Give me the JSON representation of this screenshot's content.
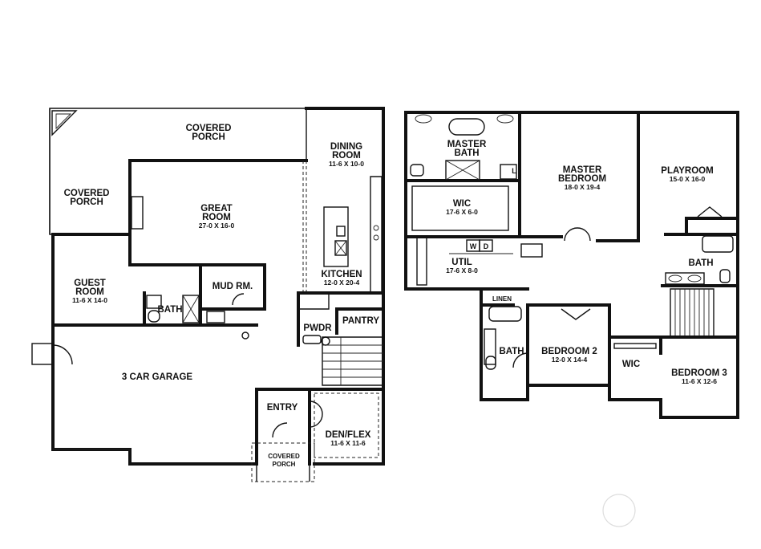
{
  "first_floor": {
    "rooms": [
      {
        "name": "COVERED",
        "name2": "PORCH",
        "dims": ""
      },
      {
        "name": "COVERED",
        "name2": "PORCH",
        "dims": ""
      },
      {
        "name": "GREAT",
        "name2": "ROOM",
        "dims": "27-0 X 16-0"
      },
      {
        "name": "DINING",
        "name2": "ROOM",
        "dims": "11-6 X 10-0"
      },
      {
        "name": "KITCHEN",
        "name2": "",
        "dims": "12-0 X 20-4"
      },
      {
        "name": "GUEST",
        "name2": "ROOM",
        "dims": "11-6 X 14-0"
      },
      {
        "name": "BATH",
        "name2": "",
        "dims": ""
      },
      {
        "name": "MUD RM.",
        "name2": "",
        "dims": ""
      },
      {
        "name": "PWDR",
        "name2": "",
        "dims": ""
      },
      {
        "name": "PANTRY",
        "name2": "",
        "dims": ""
      },
      {
        "name": "3 CAR GARAGE",
        "name2": "",
        "dims": ""
      },
      {
        "name": "ENTRY",
        "name2": "",
        "dims": ""
      },
      {
        "name": "DEN/FLEX",
        "name2": "",
        "dims": "11-6 X 11-6"
      },
      {
        "name": "COVERED",
        "name2": "PORCH",
        "dims": ""
      }
    ]
  },
  "second_floor": {
    "rooms": [
      {
        "name": "MASTER",
        "name2": "BATH",
        "dims": ""
      },
      {
        "name": "MASTER",
        "name2": "BEDROOM",
        "dims": "18-0 X 19-4"
      },
      {
        "name": "PLAYROOM",
        "name2": "",
        "dims": "15-0 X 16-0"
      },
      {
        "name": "WIC",
        "name2": "",
        "dims": "17-6 X 6-0"
      },
      {
        "name": "UTIL",
        "name2": "",
        "dims": "17-6 X 8-0"
      },
      {
        "name": "BATH",
        "name2": "",
        "dims": ""
      },
      {
        "name": "LINEN",
        "name2": "",
        "dims": ""
      },
      {
        "name": "BATH",
        "name2": "",
        "dims": ""
      },
      {
        "name": "BEDROOM 2",
        "name2": "",
        "dims": "12-0 X 14-4"
      },
      {
        "name": "WIC",
        "name2": "",
        "dims": ""
      },
      {
        "name": "BEDROOM 3",
        "name2": "",
        "dims": "11-6 X 12-6"
      }
    ],
    "fixture_labels": {
      "washer": "W",
      "dryer": "D",
      "linen_closet": "L"
    }
  }
}
